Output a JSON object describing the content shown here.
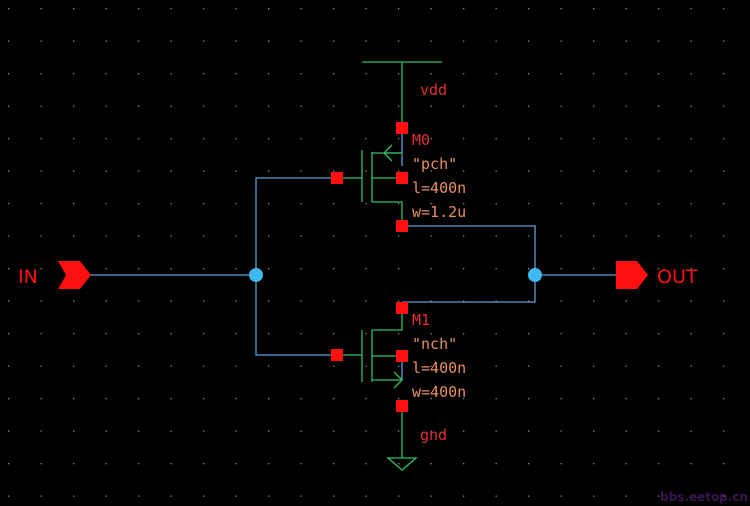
{
  "schematic": {
    "pins": {
      "input": "IN",
      "output": "OUT"
    },
    "nets": {
      "supply": "vdd",
      "ground": "gnd"
    },
    "pmos": {
      "instance": "M0",
      "model": "\"pch\"",
      "length": "l=400n",
      "width": "w=1.2u"
    },
    "nmos": {
      "instance": "M1",
      "model": "\"nch\"",
      "length": "l=400n",
      "width": "w=400n"
    },
    "watermark": "bbs.eetop.cn"
  },
  "colors": {
    "background": "#000000",
    "wire": "#5aa0d8",
    "symbol": "#30c060",
    "pin": "#ff1010",
    "instance_label": "#e03030",
    "param_label": "#e89060",
    "junction": "#40b8f0",
    "grid": "#8a8a8a"
  }
}
